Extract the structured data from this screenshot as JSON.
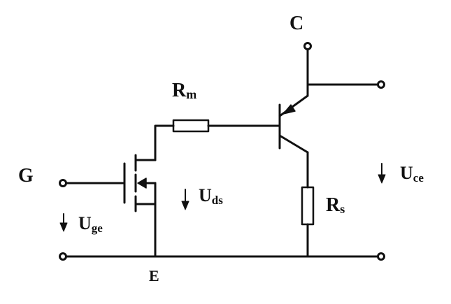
{
  "terminals": {
    "gate": "G",
    "collector": "C",
    "emitter": "E"
  },
  "components": {
    "r_m": {
      "main": "R",
      "sub": "m"
    },
    "r_s": {
      "main": "R",
      "sub": "s"
    }
  },
  "voltages": {
    "u_ge": {
      "main": "U",
      "sub": "ge"
    },
    "u_ds": {
      "main": "U",
      "sub": "ds"
    },
    "u_ce": {
      "main": "U",
      "sub": "ce"
    }
  },
  "colors": {
    "ink": "#111111",
    "background": "#ffffff"
  }
}
